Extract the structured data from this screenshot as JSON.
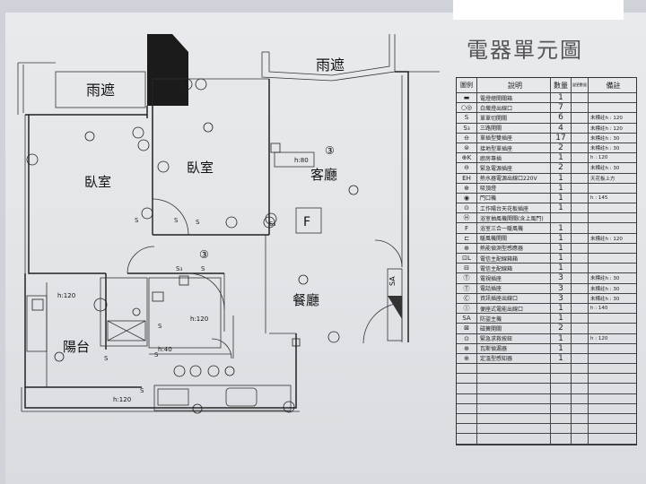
{
  "plan": {
    "canopy_left": "雨遮",
    "canopy_right": "雨遮",
    "bedroom_1": "臥室",
    "bedroom_2": "臥室",
    "living_room": "客廳",
    "dining_room": "餐廳",
    "balcony": "陽台",
    "fridge_label": "F",
    "sa_label": "SA",
    "tv_height": "h:80",
    "switch_h_120a": "h:120",
    "switch_h_120b": "h:120",
    "switch_h_120c": "h:120",
    "switch_h_40": "h:40",
    "marker_3a": "③",
    "marker_3b": "③"
  },
  "legend": {
    "title": "電器單元圖",
    "header": {
      "symbol": "圖例",
      "desc": "說明",
      "qty": "數量",
      "extra": "變更數量",
      "note": "備註"
    },
    "rows": [
      {
        "symbol": "▬",
        "desc": "電燈總開關箱",
        "qty": "1",
        "note": ""
      },
      {
        "symbol": "○◎",
        "desc": "白熾燈出線口",
        "qty": "7",
        "note": ""
      },
      {
        "symbol": "S",
        "desc": "單單切開關",
        "qty": "6",
        "note": "未標註h : 120"
      },
      {
        "symbol": "S₃",
        "desc": "三路開關",
        "qty": "4",
        "note": "未標註h : 120"
      },
      {
        "symbol": "⊖",
        "desc": "單插型雙插座",
        "qty": "17",
        "note": "未標註h : 30"
      },
      {
        "symbol": "⊜",
        "desc": "接地型單插座",
        "qty": "2",
        "note": "未標註h : 30"
      },
      {
        "symbol": "⊕K",
        "desc": "廚房專插",
        "qty": "1",
        "note": "h : 120"
      },
      {
        "symbol": "⊖",
        "desc": "緊急電源插座",
        "qty": "2",
        "note": "未標註h : 30"
      },
      {
        "symbol": "EH",
        "desc": "熱水器電源出線口220V",
        "qty": "1",
        "note": "天花板上方"
      },
      {
        "symbol": "⊕",
        "desc": "吸頂燈",
        "qty": "1",
        "note": ""
      },
      {
        "symbol": "◉",
        "desc": "門口機",
        "qty": "1",
        "note": "h : 145"
      },
      {
        "symbol": "⊙",
        "desc": "工作陽台天花板插座",
        "qty": "1",
        "note": ""
      },
      {
        "symbol": "Ⓗ",
        "desc": "浴室抽風機開關(含上風門)",
        "qty": "",
        "note": ""
      },
      {
        "symbol": "F",
        "desc": "浴室三合一暖風機",
        "qty": "1",
        "note": ""
      },
      {
        "symbol": "⊏",
        "desc": "暖風機開關",
        "qty": "1",
        "note": "未標註h : 120"
      },
      {
        "symbol": "⊕",
        "desc": "熱能偵測型感應器",
        "qty": "1",
        "note": ""
      },
      {
        "symbol": "⊡L",
        "desc": "電信主配線箱箱",
        "qty": "1",
        "note": ""
      },
      {
        "symbol": "⊟",
        "desc": "電信主配線箱",
        "qty": "1",
        "note": ""
      },
      {
        "symbol": "Ⓣ",
        "desc": "電視插座",
        "qty": "3",
        "note": "未標註h : 30"
      },
      {
        "symbol": "Ⓣ",
        "desc": "電話插座",
        "qty": "3",
        "note": "未標註h : 30"
      },
      {
        "symbol": "Ⓒ",
        "desc": "資訊插座出線口",
        "qty": "3",
        "note": "未標註h : 30"
      },
      {
        "symbol": "Ⓘ",
        "desc": "便座式電能出線口",
        "qty": "1",
        "note": "h : 140"
      },
      {
        "symbol": "SA",
        "desc": "防盜主機",
        "qty": "1",
        "note": ""
      },
      {
        "symbol": "⊠",
        "desc": "磁簧開關",
        "qty": "2",
        "note": ""
      },
      {
        "symbol": "⊙",
        "desc": "緊急求救按鈕",
        "qty": "1",
        "note": "h : 120"
      },
      {
        "symbol": "⊕",
        "desc": "瓦斯偵漏器",
        "qty": "1",
        "note": ""
      },
      {
        "symbol": "⊕",
        "desc": "定溫型感知器",
        "qty": "1",
        "note": ""
      }
    ],
    "empty_rows": 8
  }
}
